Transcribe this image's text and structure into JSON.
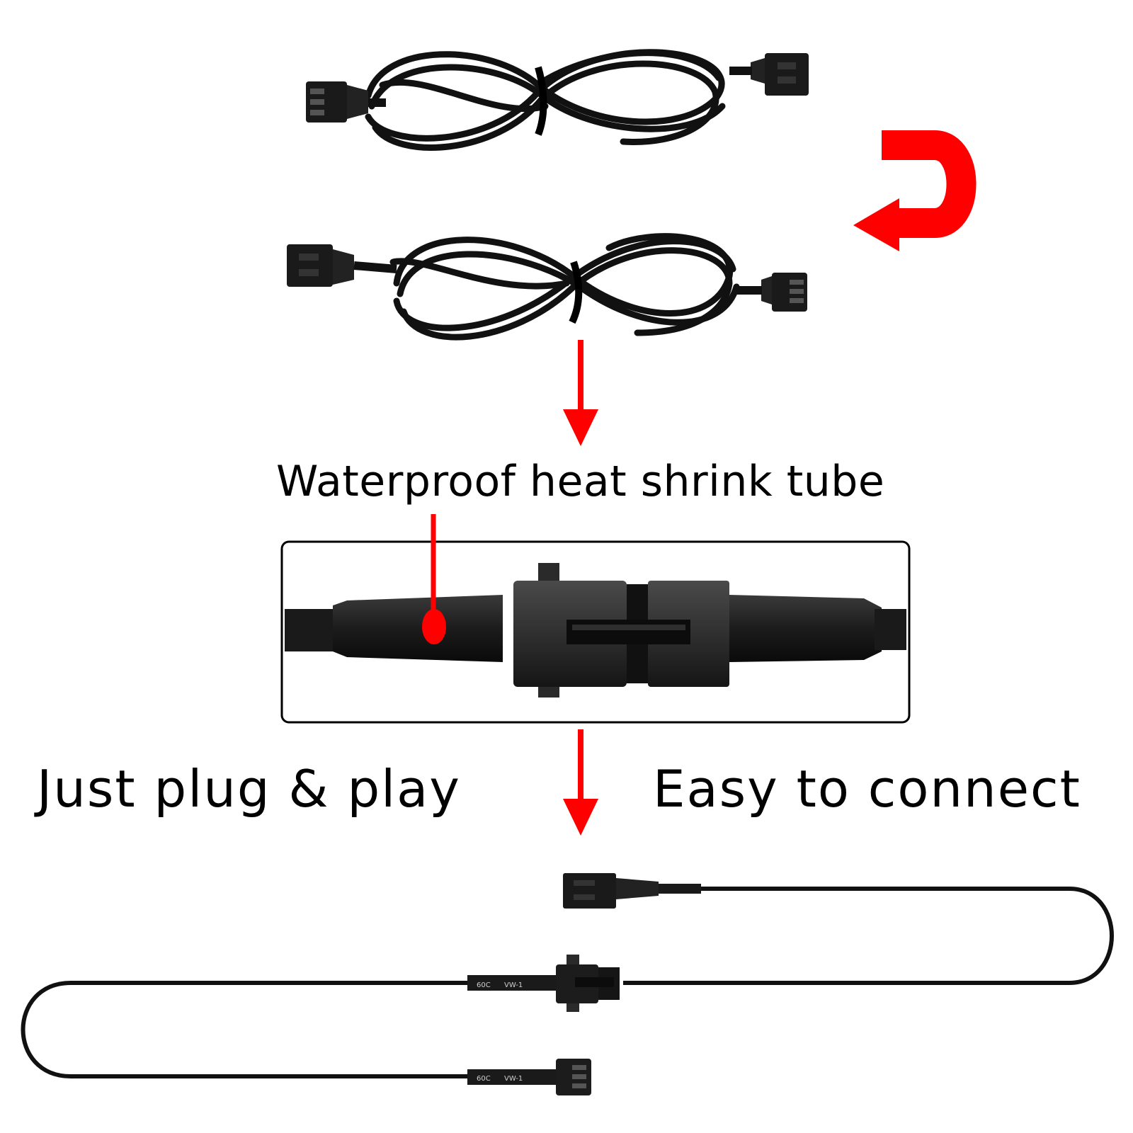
{
  "labels": {
    "heat_shrink": "Waterproof heat shrink tube",
    "plug_play": "Just plug & play",
    "easy_connect": "Easy to connect"
  },
  "cable_print": {
    "rating": "60C",
    "vw": "VW-1"
  },
  "colors": {
    "arrow": "#ff0000",
    "cable": "#111111",
    "connector": "#1c1c1c",
    "background": "#ffffff"
  }
}
